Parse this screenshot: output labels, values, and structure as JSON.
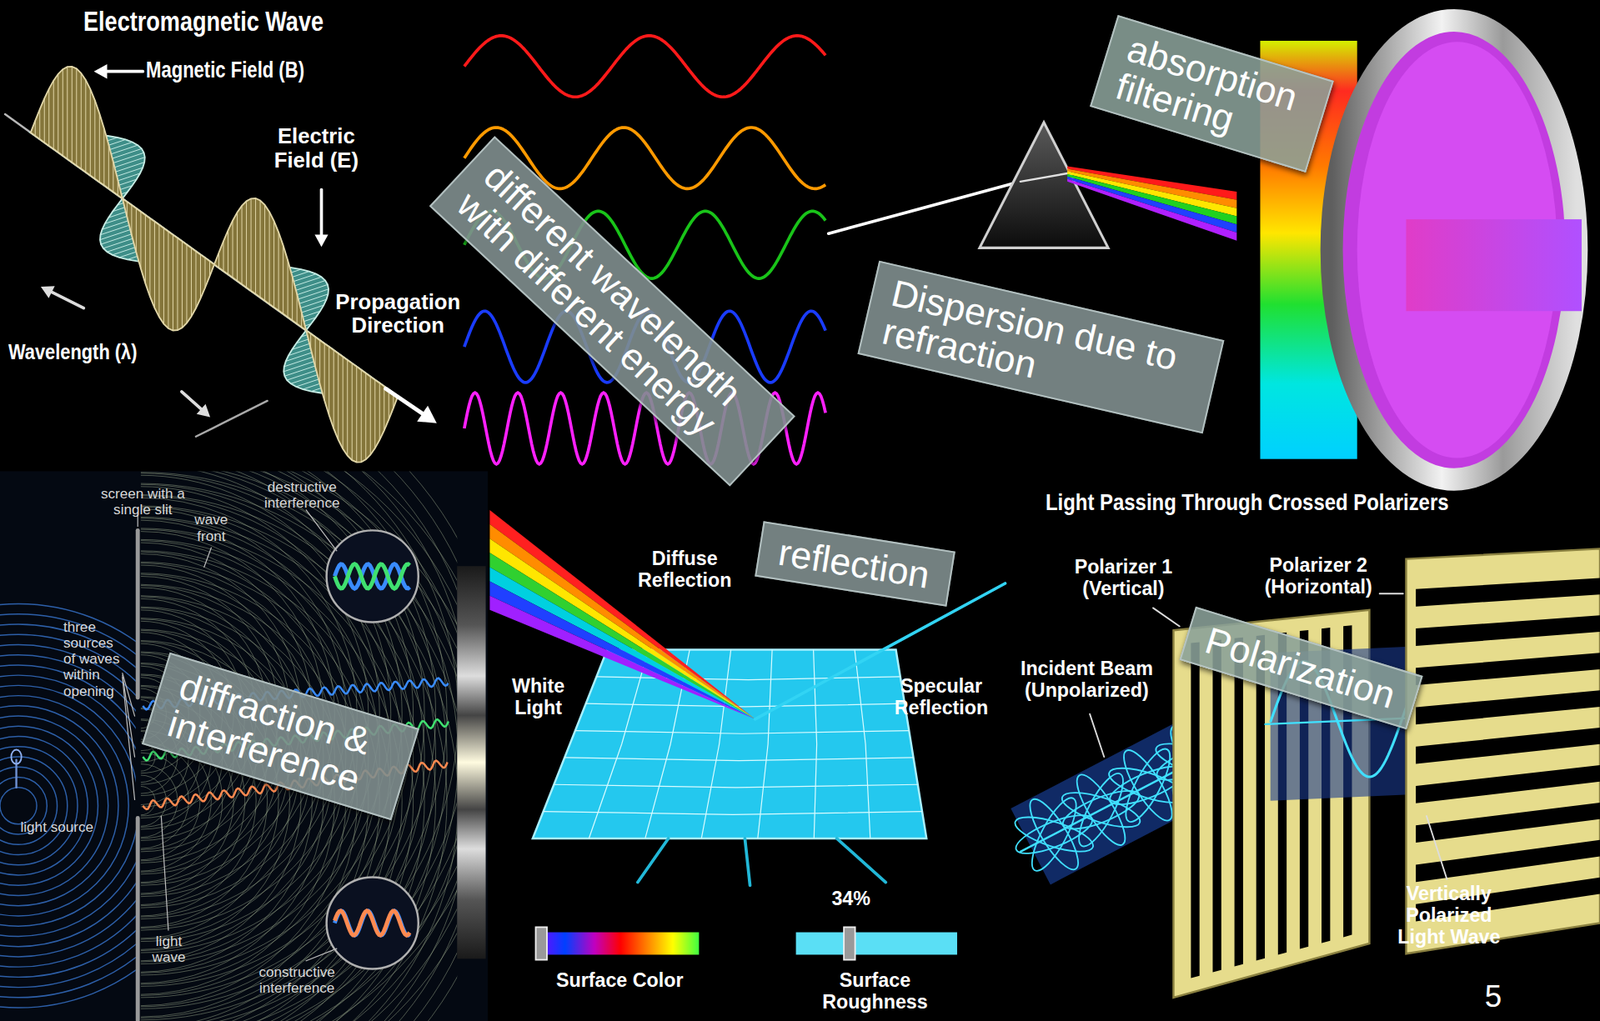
{
  "diagram": {
    "nodes": [
      {
        "text": [
          "different wavelength with different energy"
        ]
      },
      {
        "text": [
          "absorption filtering"
        ]
      },
      {
        "text": [
          "Dispersion due to refraction"
        ]
      },
      {
        "text": [
          "reflection"
        ]
      },
      {
        "text": [
          "Polarization"
        ]
      },
      {
        "text": [
          "diffraction & interference"
        ]
      }
    ],
    "labels": [
      "Electromagnetic Wave",
      "Magnetic Field (B)",
      "Electric Field (E)",
      "Propagation Direction",
      "Wavelength (λ)",
      "screen with a single slit",
      "wave front",
      "destructive interference",
      "three sources of waves within opening",
      "light source",
      "light wave",
      "constructive interference",
      "Diffuse Reflection",
      "White Light",
      "Specular Reflection",
      "34%",
      "Surface Color",
      "Surface Roughness",
      "Light Passing Through Crossed Polarizers",
      "Polarizer 1 (Vertical)",
      "Polarizer 2 (Horizontal)",
      "Incident Beam (Unpolarized)",
      "Vertically Polarized Light Wave",
      "5"
    ]
  }
}
